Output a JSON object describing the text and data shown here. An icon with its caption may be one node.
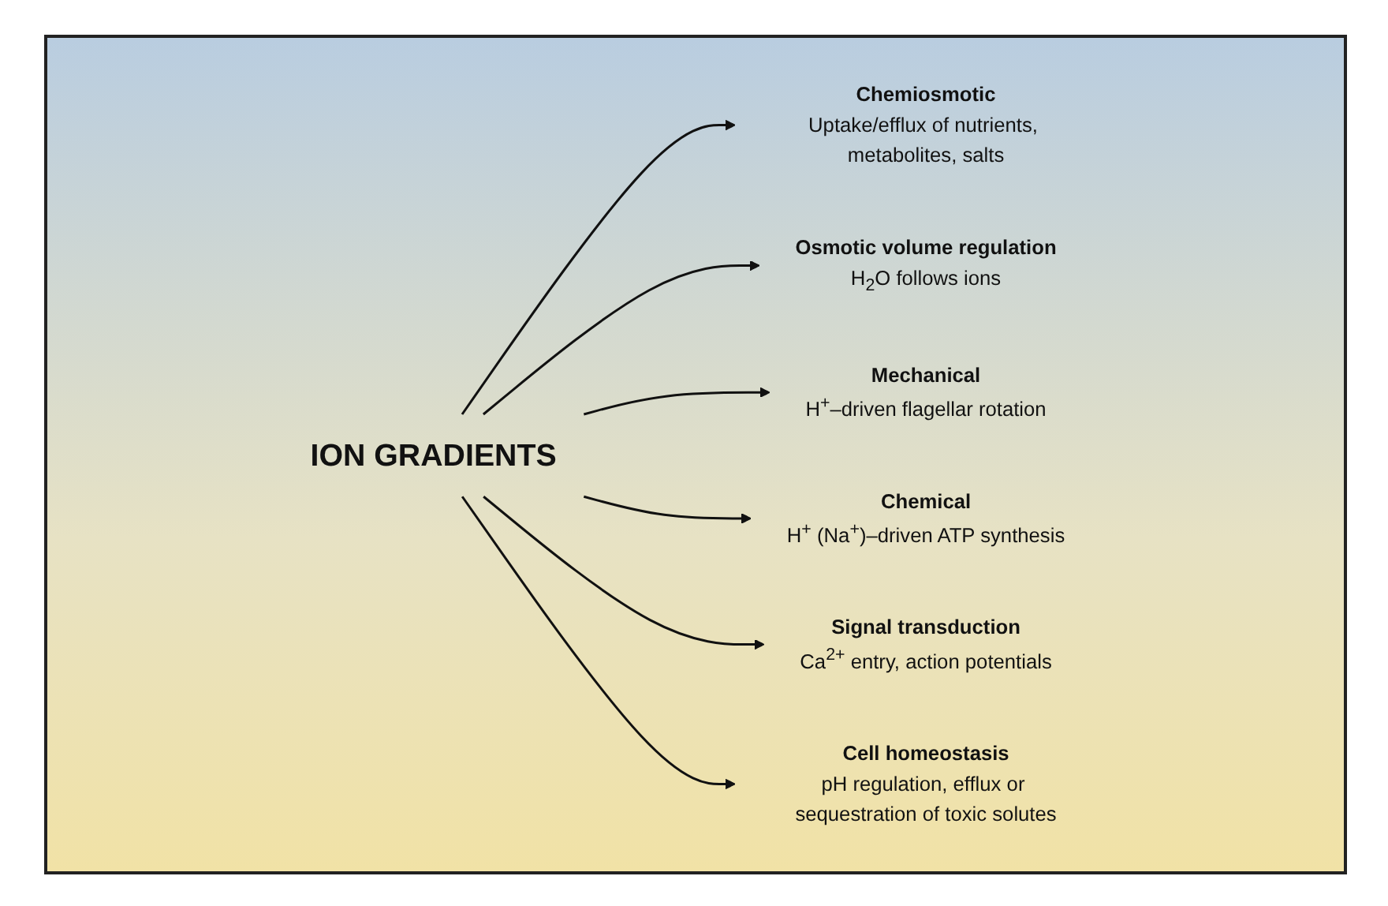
{
  "diagram": {
    "nodes": [
      {
        "text": [
          "Chemiosmotic",
          "Uptake/efflux of nutrients, metabolites, salts"
        ]
      },
      {
        "text": [
          "Osmotic volume regulation",
          "H$_{2}$O follows ions"
        ]
      },
      {
        "text": [
          "Mechanical",
          "H$^{+}$–driven flagellar rotation"
        ]
      },
      {
        "text": [
          "ION GRADIENTS"
        ]
      },
      {
        "text": [
          "Chemical",
          "H$^{+}$ (Na$^{+}$)–driven ATP synthesis"
        ]
      },
      {
        "text": [
          "Signal transduction",
          "Ca$^{2+}$ entry, action potentials"
        ]
      },
      {
        "text": [
          "Cell homeostasis",
          "pH regulation, efflux or sequestration of toxic solutes"
        ]
      }
    ],
    "edges": [
      {
        "from": 3,
        "to": 0,
        "arrow": "to"
      },
      {
        "from": 3,
        "to": 1,
        "arrow": "to"
      },
      {
        "from": 3,
        "to": 2,
        "arrow": "to"
      },
      {
        "from": 3,
        "to": 4,
        "arrow": "to"
      },
      {
        "from": 3,
        "to": 5,
        "arrow": "to"
      },
      {
        "from": 3,
        "to": 6,
        "arrow": "to"
      }
    ]
  }
}
